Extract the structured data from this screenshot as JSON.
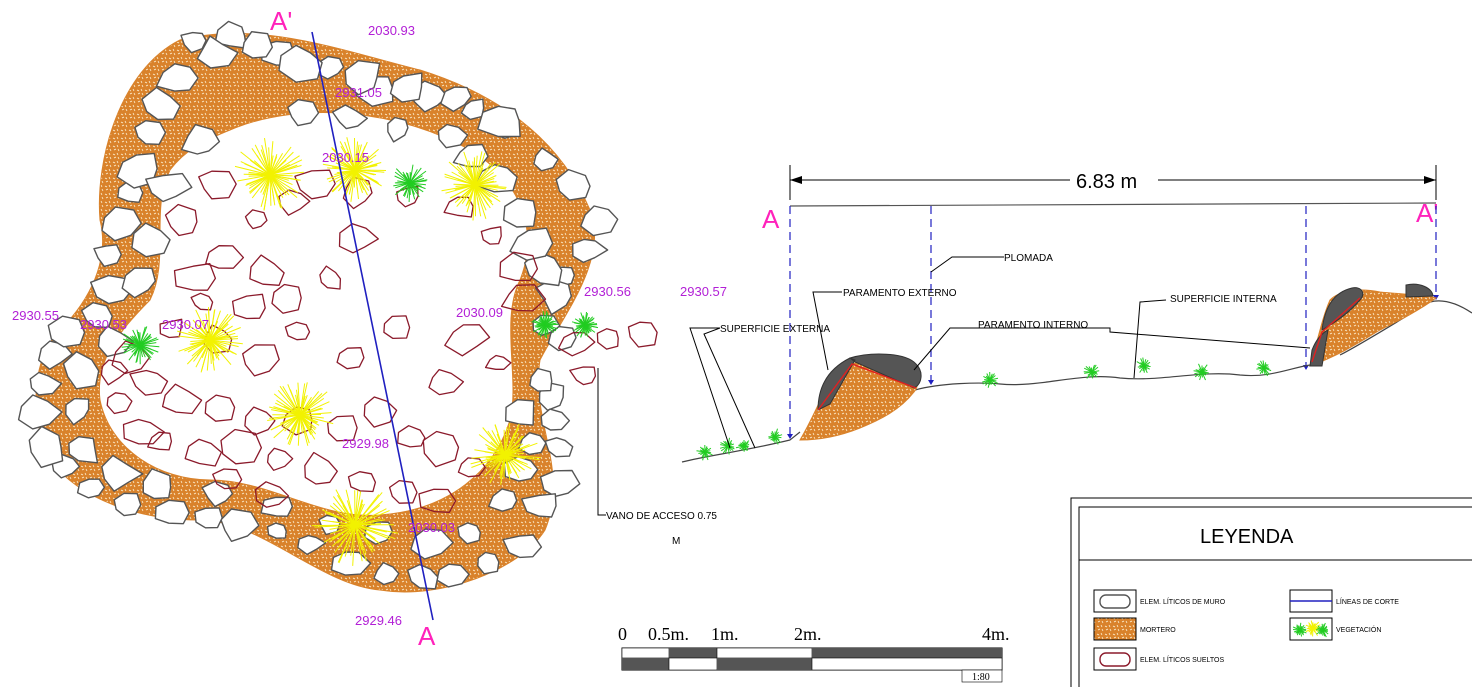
{
  "plan": {
    "section_top_label": "A'",
    "section_bottom_label": "A",
    "elevations": [
      "2030.93",
      "2931.05",
      "2030.15",
      "2930.56",
      "2030.09",
      "2930.55",
      "2930.53",
      "2930.07",
      "2929.98",
      "2030.03",
      "2929.46"
    ],
    "access_callout_line1": "VANO DE ACCESO 0.75",
    "access_callout_line2": "M"
  },
  "section": {
    "dimension": "6.83 m",
    "left_label": "A",
    "right_label": "A'",
    "left_elevation": "2930.57",
    "callouts": {
      "plomada": "PLOMADA",
      "paramento_externo": "PARAMENTO EXTERNO",
      "superficie_externa": "SUPERFICIE EXTERNA",
      "paramento_interno": "PARAMENTO INTERNO",
      "superficie_interna": "SUPERFICIE INTERNA"
    }
  },
  "scale_bar": {
    "ticks": [
      "0",
      "0.5m.",
      "1m.",
      "2m.",
      "4m."
    ],
    "ratio": "1:80"
  },
  "legend": {
    "title": "LEYENDA",
    "items": {
      "muro": "ELEM. LÍTICOS DE MURO",
      "corte": "LÍNEAS DE CORTE",
      "mortero": "MORTERO",
      "vegetacion": "VEGETACIÓN",
      "sueltos": "ELEM. LÍTICOS SUELTOS"
    }
  },
  "colors": {
    "mortar": "#d9822b",
    "wall_stone_stroke": "#555555",
    "loose_stone": "#8b1a2b",
    "cut_line": "#2020c0",
    "vegetation_yellow": "#f2f200",
    "vegetation_green": "#22cc22",
    "dark_stone": "#555555",
    "label_magenta": "#ff22bb",
    "label_purple": "#b21fd6"
  }
}
